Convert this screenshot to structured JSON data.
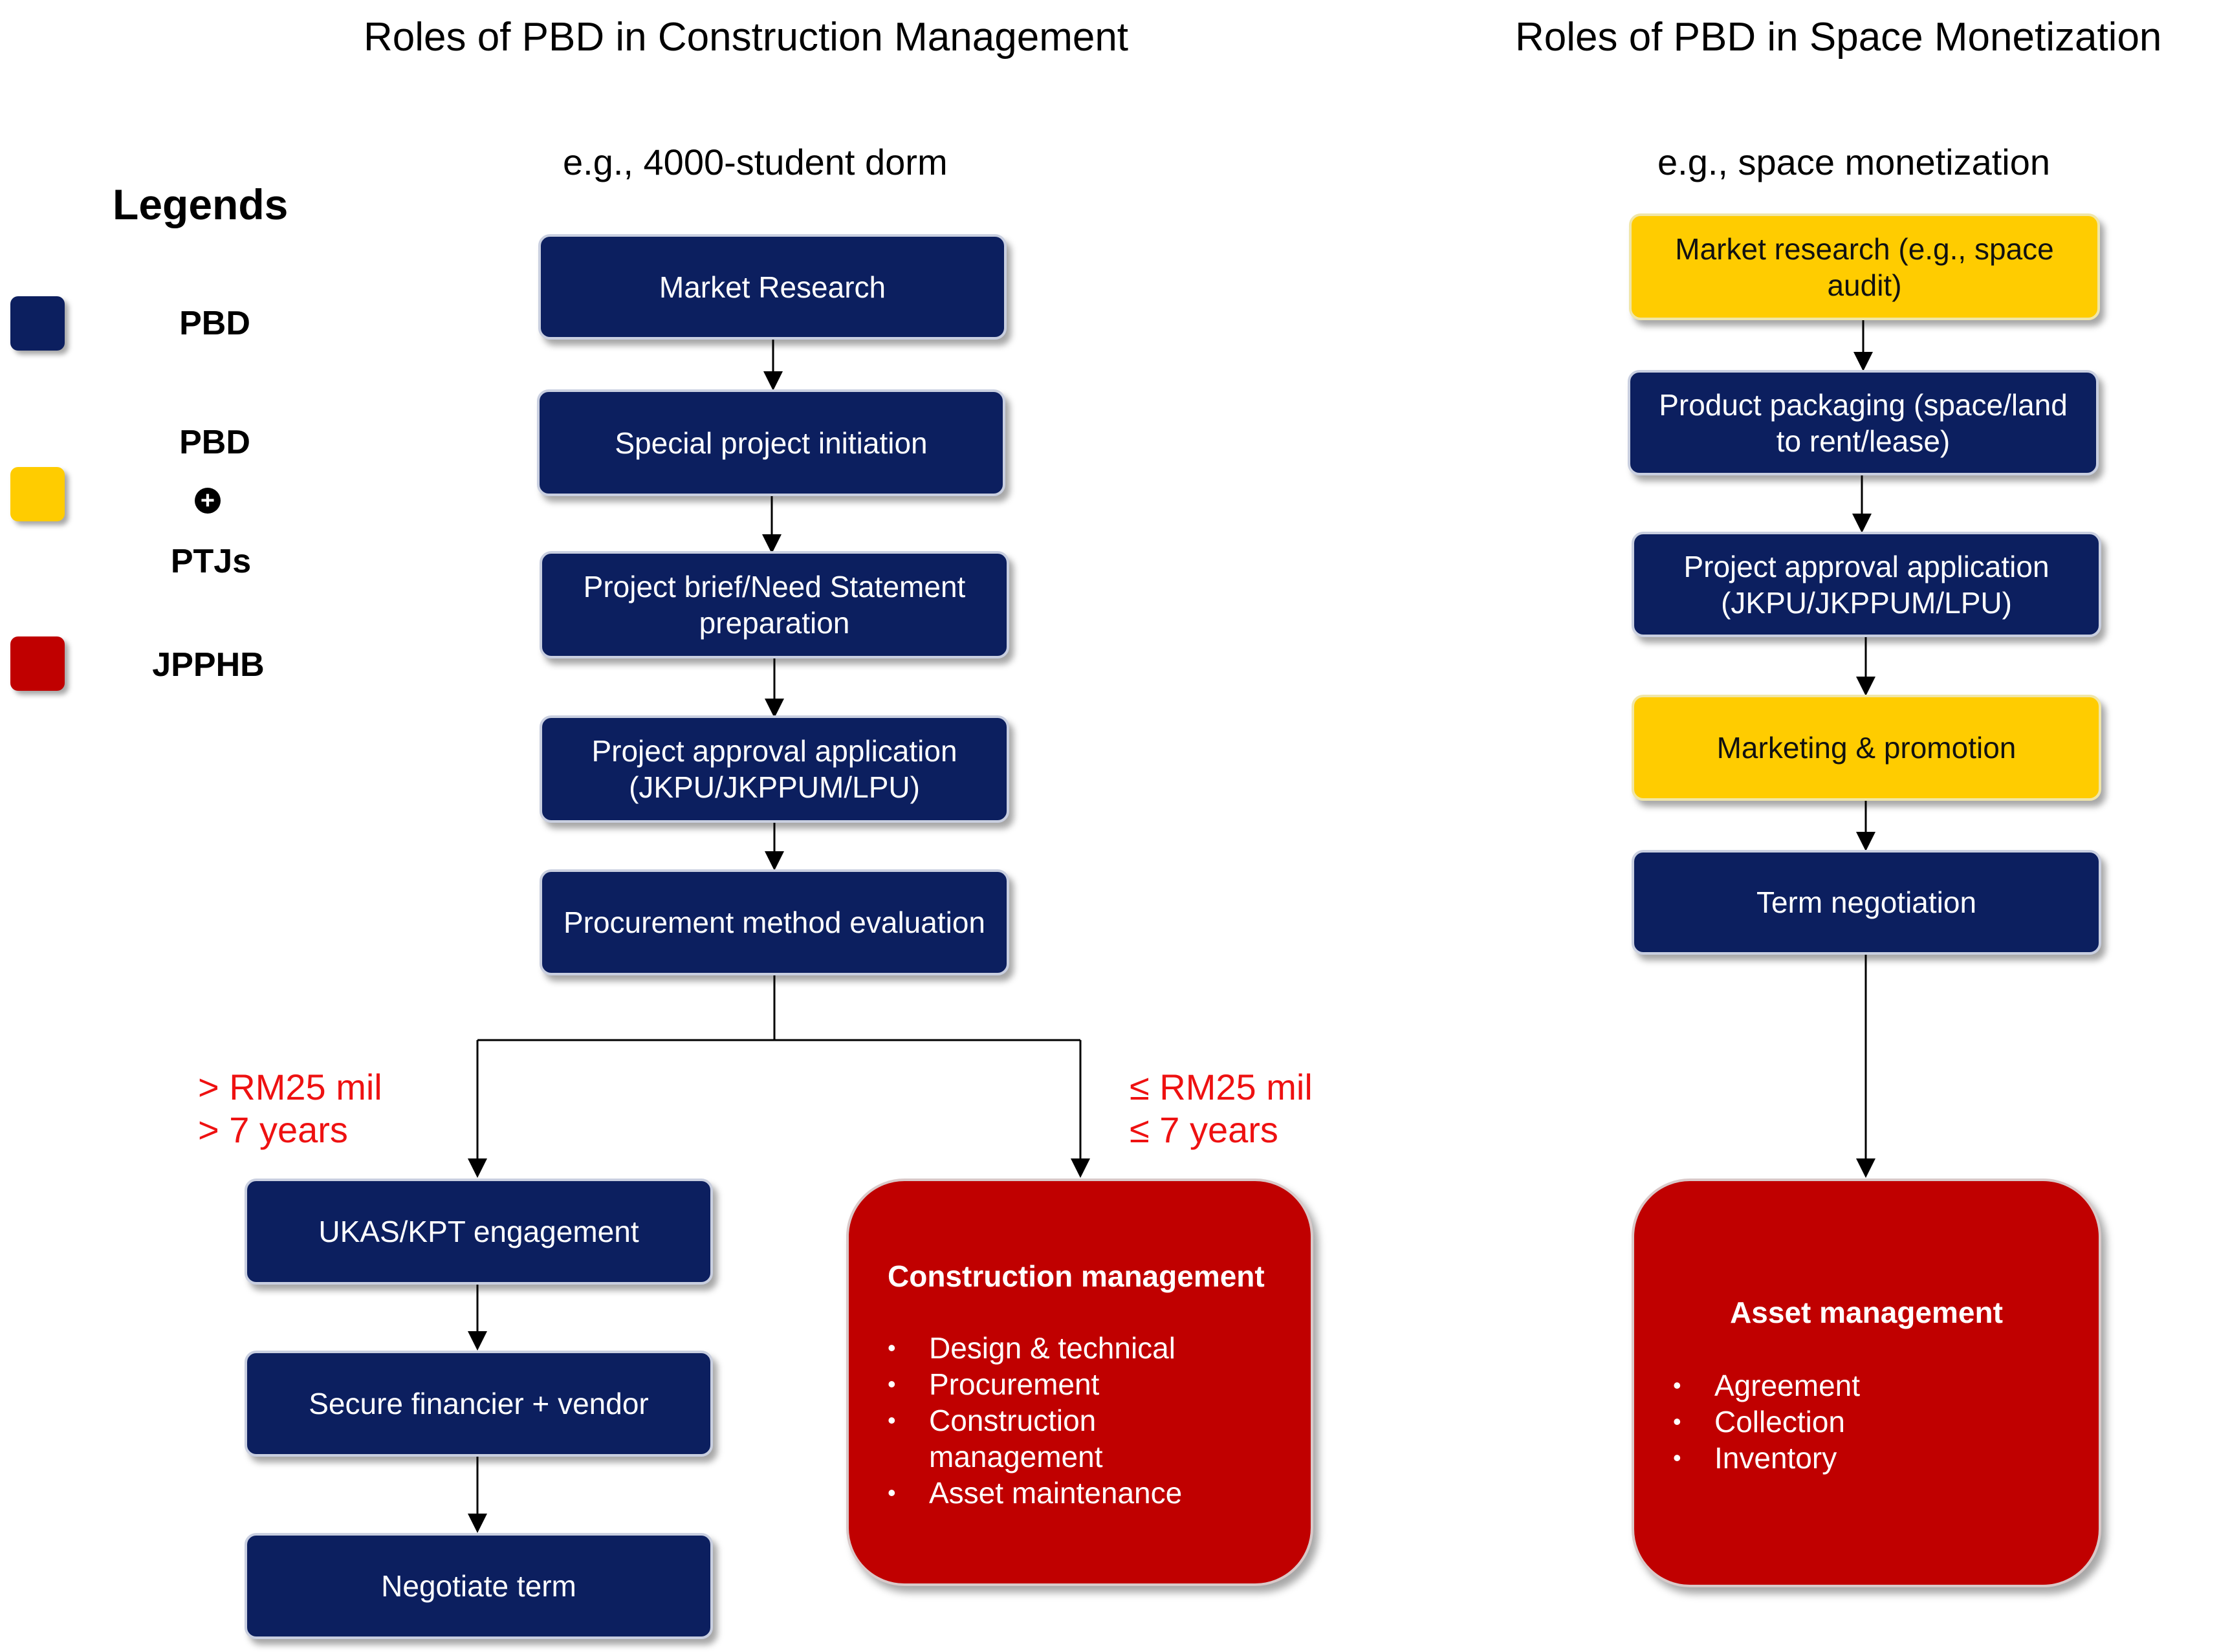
{
  "titles": {
    "construction": "Roles of PBD in Construction Management",
    "monetization": "Roles of PBD in Space Monetization"
  },
  "subtitles": {
    "construction": "e.g., 4000-student dorm",
    "monetization": "e.g., space monetization"
  },
  "legend": {
    "title": "Legends",
    "items": [
      {
        "label": "PBD",
        "color": "#0c1f5f"
      },
      {
        "label_top": "PBD",
        "label_bottom": "PTJs",
        "color": "#ffcc00",
        "icon": "plus-circle-icon"
      },
      {
        "label": "JPPHB",
        "color": "#c00000"
      }
    ]
  },
  "construction_flow": {
    "steps": [
      "Market Research",
      "Special project initiation",
      "Project brief/Need Statement preparation",
      "Project approval application (JKPU/JKPPUM/LPU)",
      "Procurement method evaluation"
    ],
    "branch_left": {
      "condition_line1": "> RM25 mil",
      "condition_line2": "> 7 years",
      "steps": [
        "UKAS/KPT engagement",
        "Secure financier + vendor",
        "Negotiate term"
      ]
    },
    "branch_right": {
      "condition_line1": "≤ RM25 mil",
      "condition_line2": "≤ 7 years",
      "box_title": "Construction management",
      "box_items": [
        "Design & technical",
        "Procurement",
        "Construction management",
        "Asset maintenance"
      ]
    }
  },
  "monetization_flow": {
    "steps": [
      "Market research (e.g., space audit)",
      "Product packaging (space/land to rent/lease)",
      "Project approval application (JKPU/JKPPUM/LPU)",
      "Marketing & promotion",
      "Term negotiation"
    ],
    "final_box_title": "Asset management",
    "final_box_items": [
      "Agreement",
      "Collection",
      "Inventory"
    ]
  },
  "colors": {
    "pbd": "#0c1f5f",
    "pbd_ptj": "#ffcc00",
    "jpphb": "#c00000",
    "threshold_text": "#ee1111"
  }
}
